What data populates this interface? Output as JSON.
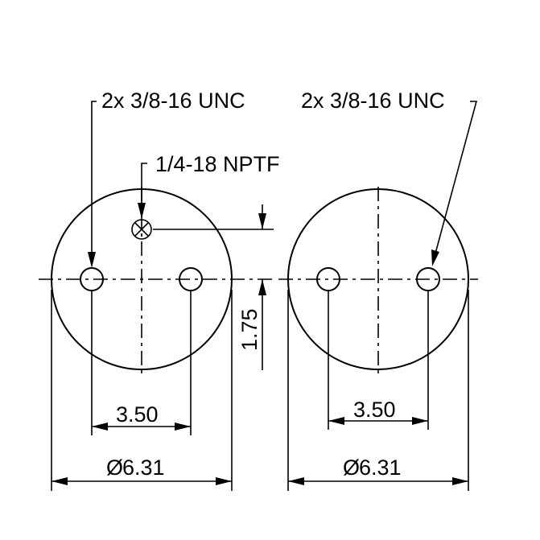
{
  "left_view": {
    "thread_callout": "2x 3/8-16 UNC",
    "port_callout": "1/4-18 NPTF",
    "hole_spacing": "3.50",
    "port_offset": "1.75",
    "diameter": "6.31",
    "diameter_symbol": "Ø"
  },
  "right_view": {
    "thread_callout": "2x 3/8-16 UNC",
    "hole_spacing": "3.50",
    "diameter": "6.31",
    "diameter_symbol": "Ø"
  }
}
